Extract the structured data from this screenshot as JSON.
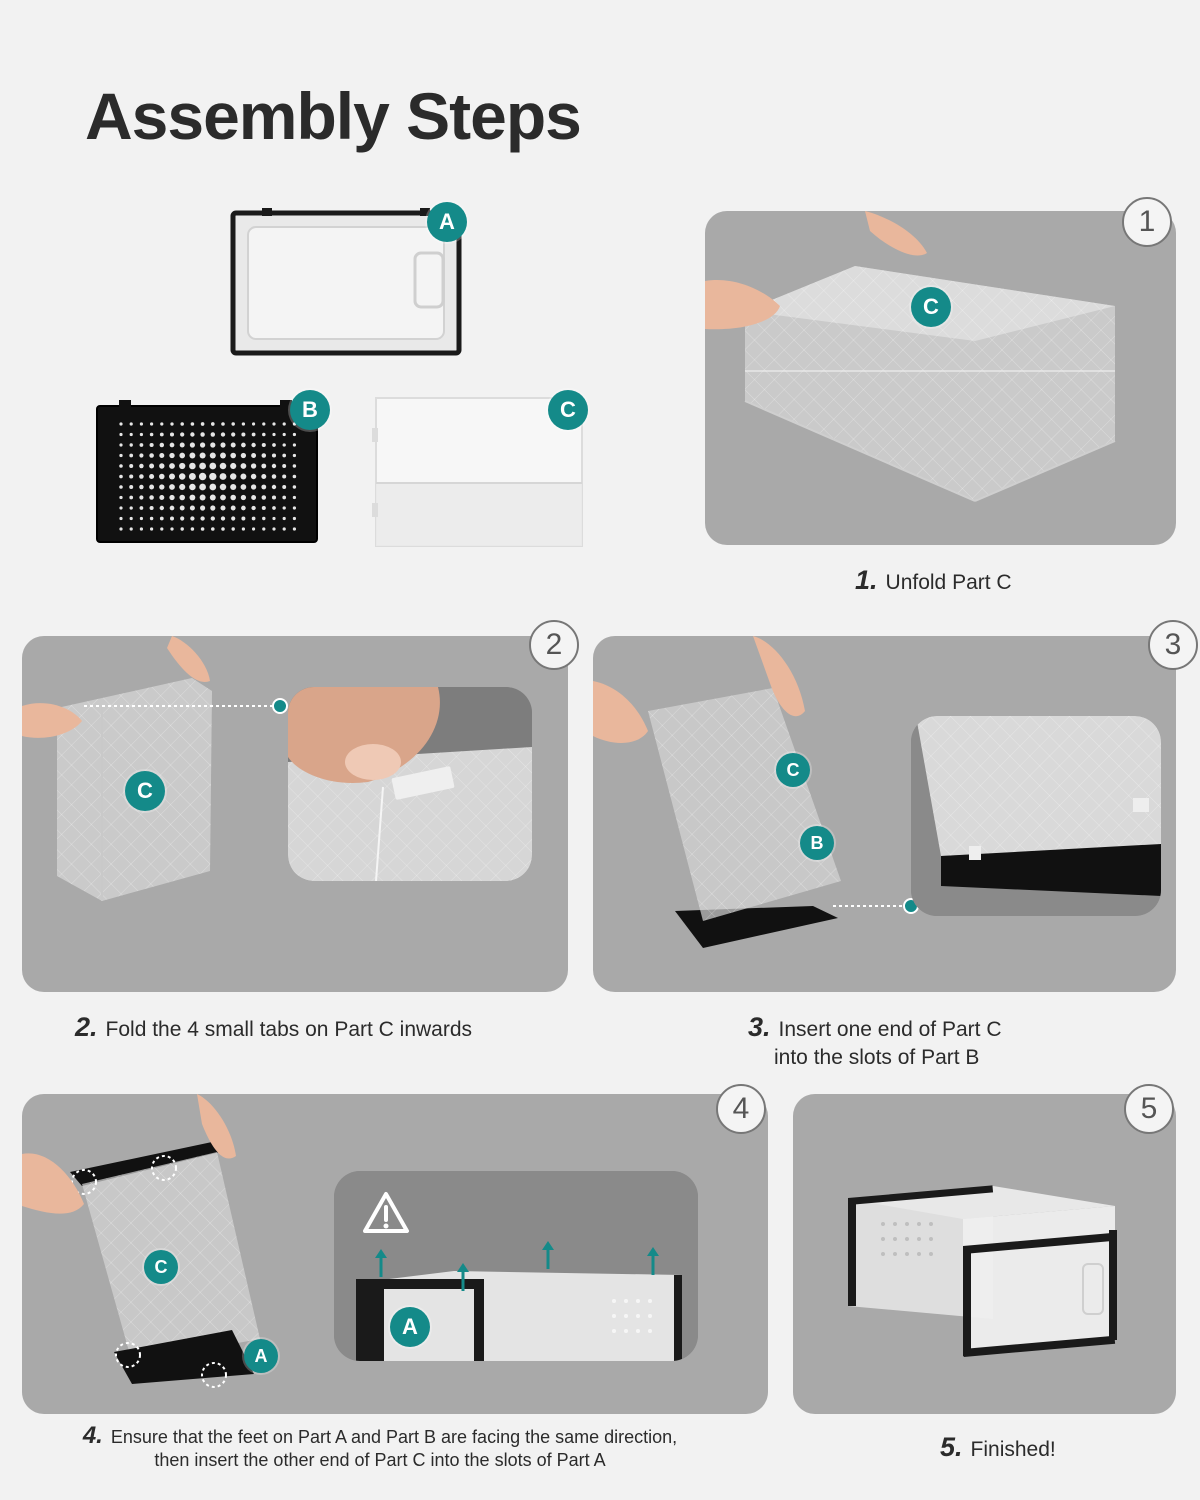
{
  "title": "Assembly Steps",
  "parts": {
    "a_label": "A",
    "b_label": "B",
    "c_label": "C"
  },
  "steps": [
    {
      "number": "1",
      "caption_num": "1.",
      "caption": "Unfold Part C",
      "badge": "C"
    },
    {
      "number": "2",
      "caption_num": "2.",
      "caption": "Fold the 4 small tabs on Part C inwards",
      "badge": "C"
    },
    {
      "number": "3",
      "caption_num": "3.",
      "caption_line1": "Insert one end of Part C",
      "caption_line2": "into the slots of Part B",
      "badge_c": "C",
      "badge_b": "B"
    },
    {
      "number": "4",
      "caption_num": "4.",
      "caption_line1": "Ensure that the feet on Part A and Part B are facing the same direction,",
      "caption_line2": "then insert the other end of Part C into the slots of Part A",
      "badge_c": "C",
      "badge_a": "A",
      "inset_badge": "A"
    },
    {
      "number": "5",
      "caption_num": "5.",
      "caption": "Finished!"
    }
  ],
  "colors": {
    "accent": "#148a89",
    "panel": "#a9a9a9",
    "background": "#f2f2f2"
  },
  "icons": [
    "warning-icon",
    "arrow-up-icon"
  ]
}
